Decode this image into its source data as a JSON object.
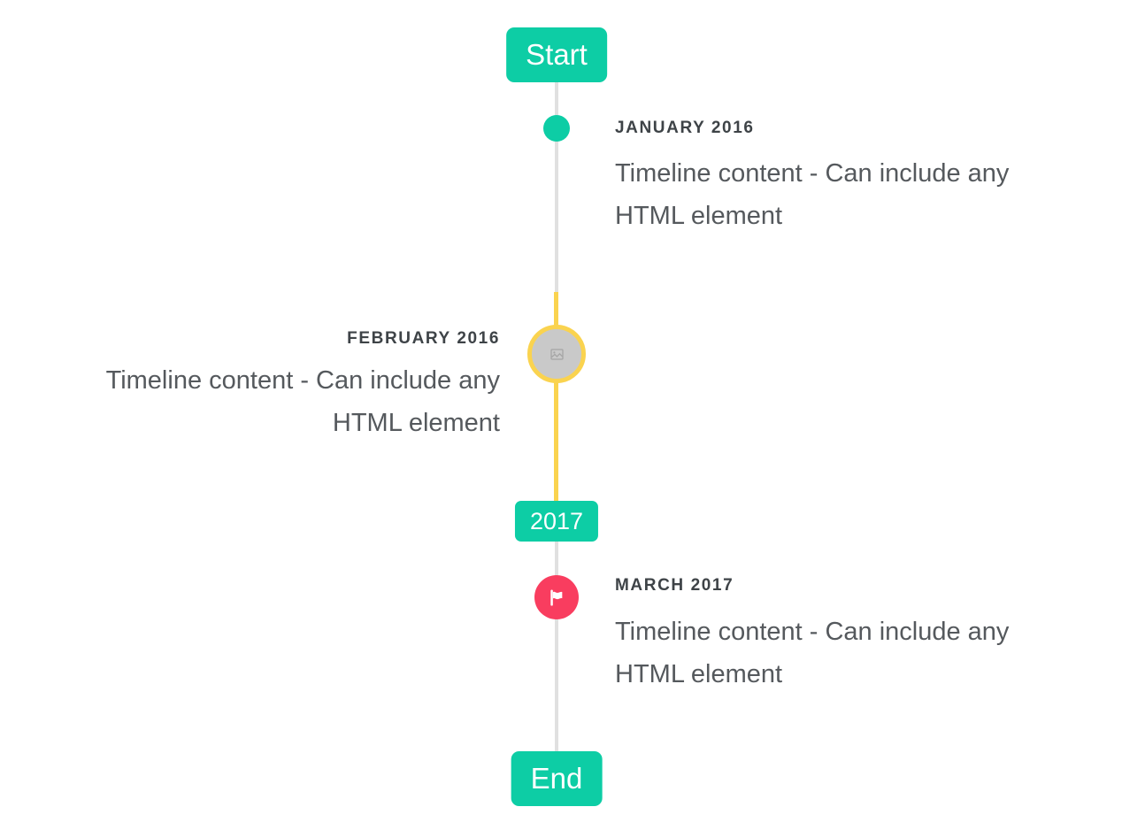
{
  "colors": {
    "teal": "#0dcda5",
    "red": "#f93d5f",
    "yellow": "#fad34f",
    "marker-gray": "#c9c9c9",
    "line-gray": "#e0e0e0",
    "heading": "#3e4347",
    "body": "#55595d",
    "badge-text": "#ffffff",
    "background": "#ffffff"
  },
  "timeline": {
    "start_label": "Start",
    "end_label": "End",
    "year_badge_label": "2017",
    "items": [
      {
        "date": "JANUARY 2016",
        "side": "right",
        "marker_icon": "teal-dot",
        "content_lines": [
          "Timeline content - Can include any",
          "HTML element"
        ]
      },
      {
        "date": "FEBRUARY 2016",
        "side": "left",
        "marker_icon": "broken-image",
        "content_lines": [
          "Timeline content - Can include any",
          "HTML element"
        ]
      },
      {
        "date": "MARCH 2017",
        "side": "right",
        "marker_icon": "flag",
        "content_lines": [
          "Timeline content - Can include any",
          "HTML element"
        ]
      }
    ]
  }
}
